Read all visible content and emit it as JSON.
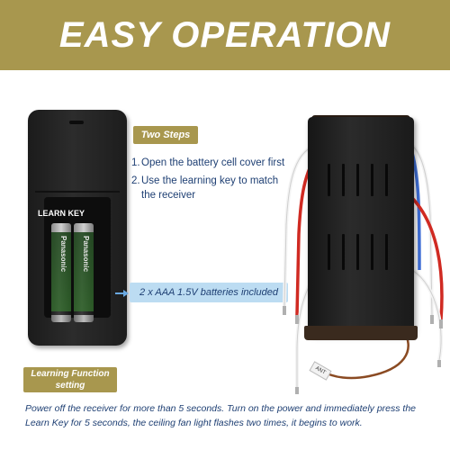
{
  "banner": {
    "title": "EASY OPERATION",
    "color": "#a8974e"
  },
  "remote": {
    "learn_key_label": "LEARN KEY",
    "battery_brand": "Panasonic"
  },
  "steps": {
    "heading": "Two Steps",
    "items": [
      {
        "num": "1.",
        "text": "Open the battery cell cover first"
      },
      {
        "num": "2.",
        "text": "Use the learning key to match the receiver"
      }
    ]
  },
  "battery_note": "2 x AAA 1.5V batteries included",
  "learning": {
    "heading_line1": "Learning Function",
    "heading_line2": "setting",
    "instructions": "Power off the receiver for more than 5 seconds. Turn on the power and immediately press the Learn Key for 5 seconds, the ceiling fan light flashes  two times, it begins to work."
  },
  "receiver": {
    "ant_label": "ANT"
  },
  "colors": {
    "accent_gold": "#a8974e",
    "text_blue": "#1e3f73",
    "note_bg": "#bcdcf2",
    "wire_red": "#d02a22",
    "wire_blue": "#3f6fd8",
    "wire_white": "#f4f4f4",
    "wire_brown": "#8a4a22"
  }
}
